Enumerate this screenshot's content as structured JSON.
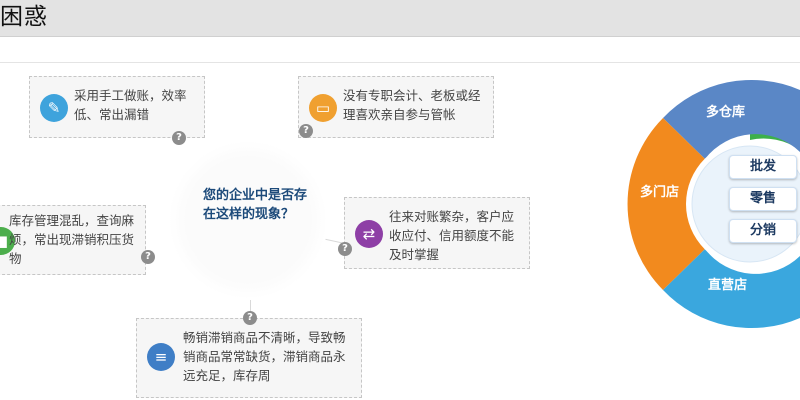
{
  "header": {
    "title": "困惑"
  },
  "center": {
    "question": "您的企业中是否存在这样的现象？"
  },
  "problems": [
    {
      "text": "采用手工做账，效率低、常出漏错",
      "icon": "pencil-icon",
      "color": "#3ea3dc"
    },
    {
      "text": "没有专职会计、老板或经理喜欢亲自参与管帐",
      "icon": "monitor-icon",
      "color": "#f0a030"
    },
    {
      "text": "库存管理混乱，查询麻烦，常出现滞销积压货物",
      "icon": "box-icon",
      "color": "#4cae4c"
    },
    {
      "text": "往来对账繁杂，客户应收应付、信用额度不能及时掌握",
      "icon": "exchange-icon",
      "color": "#8e3fa6"
    },
    {
      "text": "畅销滞销商品不清晰，导致畅销商品常常缺货，滞销商品永远充足，库存周",
      "icon": "list-icon",
      "color": "#3f7ec6"
    }
  ],
  "qmark": "?",
  "wheel": {
    "segments": [
      {
        "label": "多仓库",
        "color": "#5a87c6"
      },
      {
        "label": "多门店",
        "color": "#f28a1e"
      },
      {
        "label": "直营店",
        "color": "#3aa7de"
      }
    ],
    "center_items": [
      "批发",
      "零售",
      "分销"
    ]
  }
}
